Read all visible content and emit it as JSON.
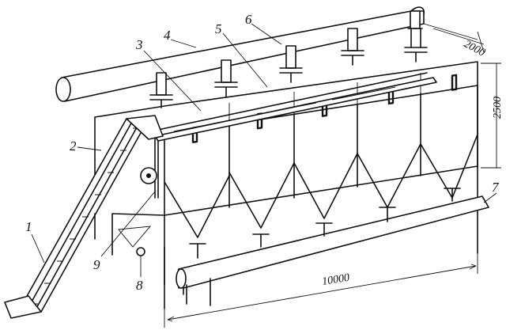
{
  "callouts": [
    {
      "id": "1",
      "label": "1"
    },
    {
      "id": "2",
      "label": "2"
    },
    {
      "id": "3",
      "label": "3"
    },
    {
      "id": "4",
      "label": "4"
    },
    {
      "id": "5",
      "label": "5"
    },
    {
      "id": "6",
      "label": "6"
    },
    {
      "id": "7",
      "label": "7"
    },
    {
      "id": "8",
      "label": "8"
    },
    {
      "id": "9",
      "label": "9"
    }
  ],
  "dimensions": {
    "depth": "2000",
    "height": "2500",
    "length": "10000"
  }
}
